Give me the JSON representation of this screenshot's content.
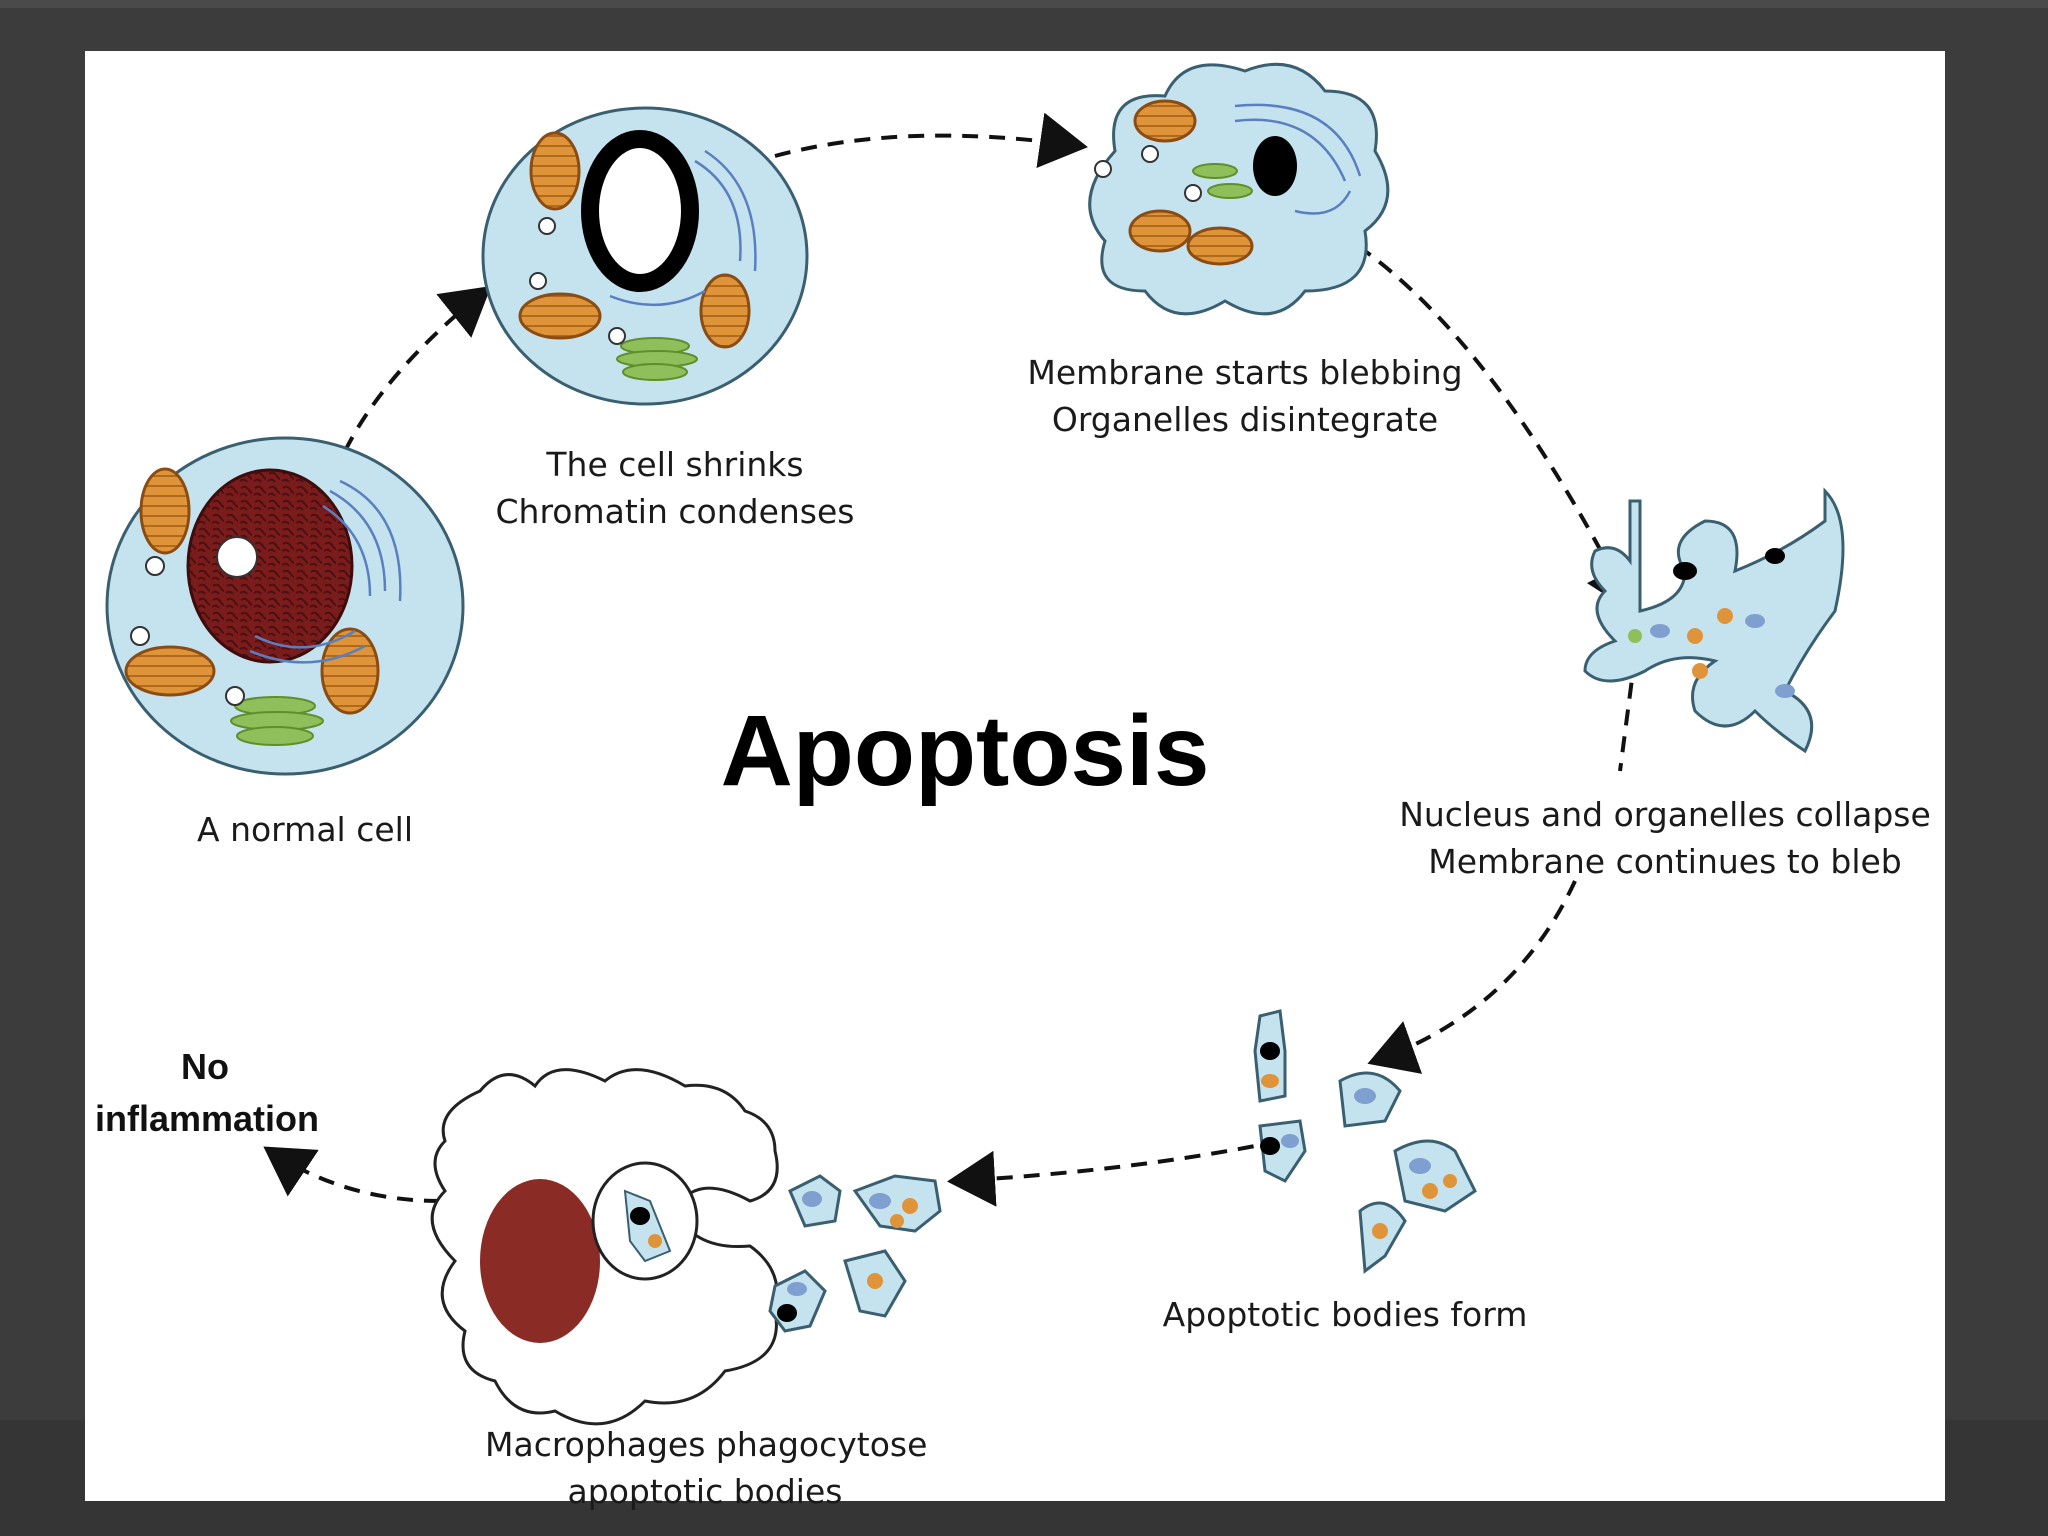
{
  "title": "Apoptosis",
  "stages": [
    {
      "line1": "A normal cell",
      "line2": ""
    },
    {
      "line1": "The cell shrinks",
      "line2": "Chromatin condenses"
    },
    {
      "line1": "Membrane starts blebbing",
      "line2": "Organelles disintegrate"
    },
    {
      "line1": "Nucleus and organelles collapse",
      "line2": "Membrane continues to bleb"
    },
    {
      "line1": "Apoptotic bodies form",
      "line2": ""
    },
    {
      "line1": "Macrophages phagocytose",
      "line2": "apoptotic bodies"
    }
  ],
  "outcome": {
    "line1": "No",
    "line2": "inflammation"
  },
  "colors": {
    "cytoplasm": "#c5e3ee",
    "nucleus": "#7a1c1c",
    "mitochondria": "#e0943a",
    "golgi": "#8fbf5a",
    "er": "#7f9fd0",
    "arrow": "#111111"
  }
}
